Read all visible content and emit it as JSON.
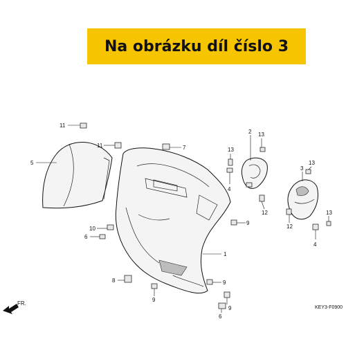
{
  "banner": {
    "text": "Na obrázku díl číslo 3",
    "color": "#f6c500"
  },
  "diagram": {
    "code": "KEY3-F0900",
    "direction": "FR.",
    "callouts": [
      "1",
      "2",
      "3",
      "4",
      "4",
      "5",
      "6",
      "6",
      "7",
      "8",
      "9",
      "9",
      "9",
      "9",
      "10",
      "11",
      "11",
      "12",
      "12",
      "13",
      "13",
      "13",
      "13"
    ]
  }
}
